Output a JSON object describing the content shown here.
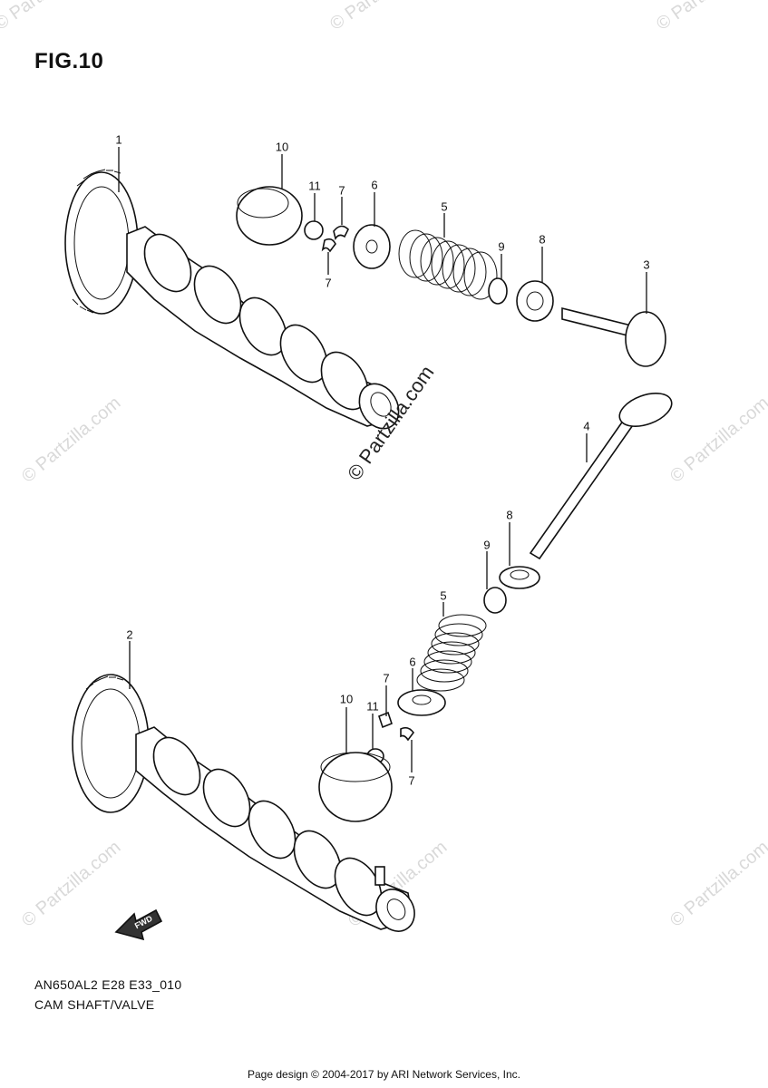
{
  "figure_label": "FIG.10",
  "diagram_code": "AN650AL2 E28 E33_010",
  "caption": "CAM SHAFT/VALVE",
  "footer": "Page design © 2004-2017 by ARI Network Services, Inc.",
  "watermark": "© Partzilla.com",
  "callouts": {
    "p1": "1",
    "p10a": "10",
    "p11a": "11",
    "p7a": "7",
    "p6a": "6",
    "p5a": "5",
    "p7b": "7",
    "p9a": "9",
    "p8a": "8",
    "p3": "3",
    "p4": "4",
    "p8b": "8",
    "p9b": "9",
    "p5b": "5",
    "p2": "2",
    "p7c": "7",
    "p6b": "6",
    "p10b": "10",
    "p11b": "11",
    "p7d": "7"
  },
  "fwd_label": "FWD"
}
